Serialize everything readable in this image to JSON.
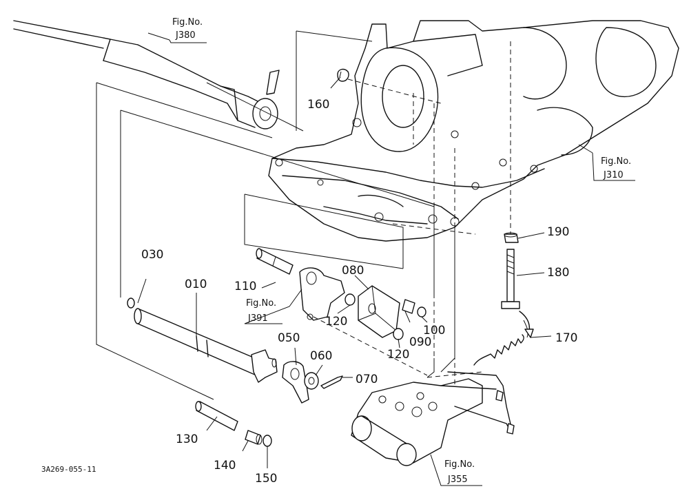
{
  "figure_refs": [
    {
      "id": "j380",
      "line1": "Fig.No.",
      "line2": "J380"
    },
    {
      "id": "j310",
      "line1": "Fig.No.",
      "line2": "J310"
    },
    {
      "id": "j391",
      "line1": "Fig.No.",
      "line2": "J391"
    },
    {
      "id": "j355",
      "line1": "Fig.No.",
      "line2": "J355"
    }
  ],
  "part_numbers": {
    "p010": "010",
    "p030": "030",
    "p050": "050",
    "p060": "060",
    "p070": "070",
    "p080": "080",
    "p090": "090",
    "p100": "100",
    "p110": "110",
    "p120a": "120",
    "p120b": "120",
    "p130": "130",
    "p140": "140",
    "p150": "150",
    "p160": "160",
    "p170": "170",
    "p180": "180",
    "p190": "190"
  },
  "drawing_code": "3A269-055-11"
}
